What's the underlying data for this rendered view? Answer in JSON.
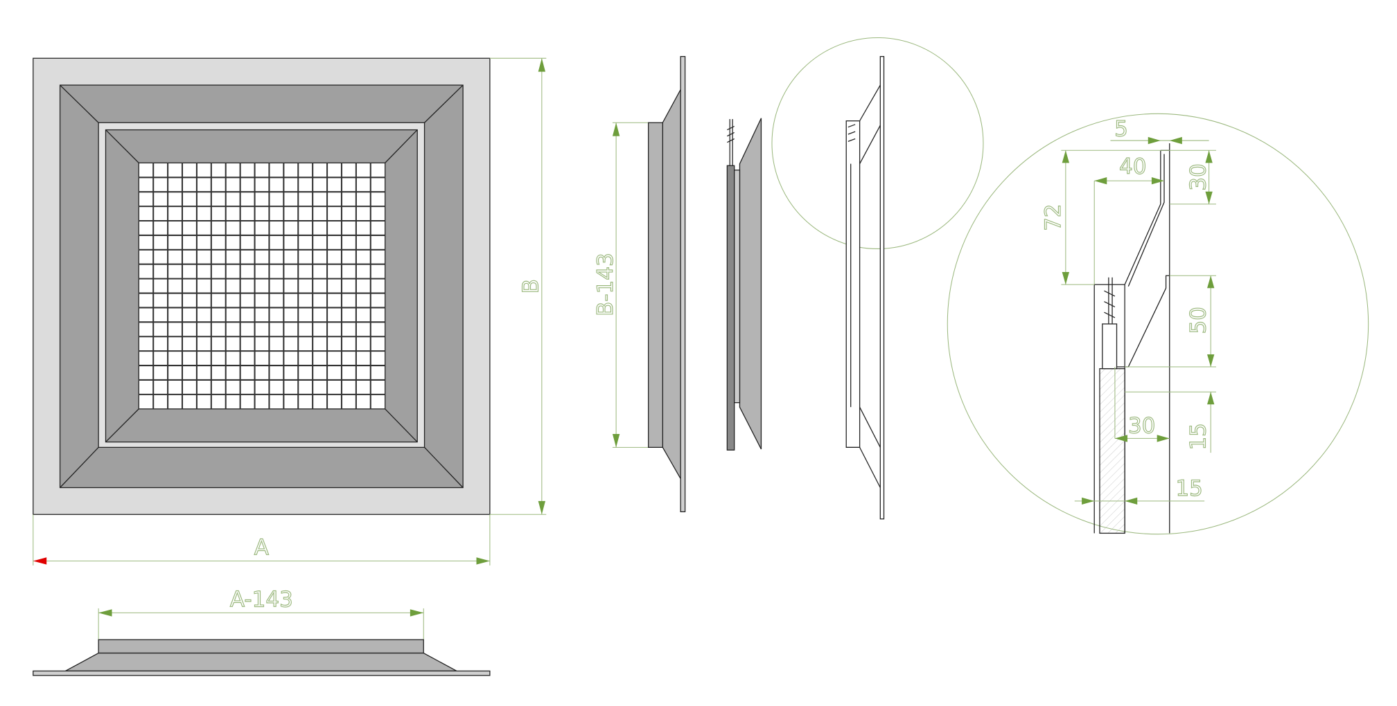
{
  "title": "Eggcrate ceiling diffuser drawing",
  "dimensions": {
    "front_width": "A",
    "front_height": "B",
    "collar_width": "A-143",
    "collar_height": "B-143"
  },
  "detail_dimensions": {
    "flange_thickness": "5",
    "collar_offset": "40",
    "flange_height": "30",
    "total_depth": "72",
    "lower_slope": "50",
    "lower_gap": "15",
    "core_width": "30",
    "core_offset": "15"
  },
  "colors": {
    "frame_light": "#dcdcdc",
    "frame_dark": "#a0a0a0",
    "dimension": "#9bb87e",
    "arrow": "#6e9e3c",
    "origin_arrow": "#e00000"
  }
}
